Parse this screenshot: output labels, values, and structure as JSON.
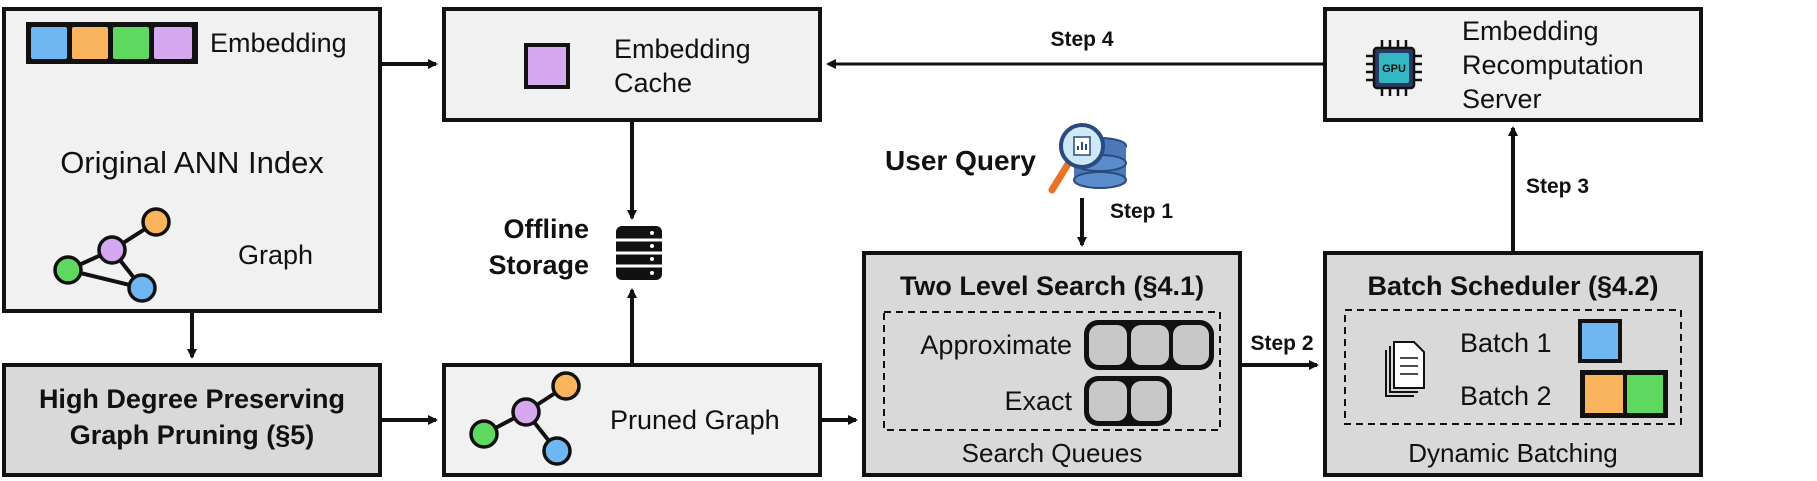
{
  "colors": {
    "box_fill_light": "#f1f1f1",
    "box_fill_dark": "#d9d9d9",
    "queue_fill": "#c8c8c8",
    "emb_blue": "#6fb7f2",
    "emb_orange": "#fbb45e",
    "emb_green": "#5ed85e",
    "emb_purple": "#d6a8f0",
    "node_orange": "#fbb45e",
    "node_purple": "#d6a8f0",
    "node_green": "#5ed85e",
    "node_blue": "#6fb7f2",
    "gpu_teal": "#34b7c4"
  },
  "original_index": {
    "embedding_label": "Embedding",
    "title": "Original ANN Index",
    "graph_label": "Graph"
  },
  "embedding_cache": {
    "line1": "Embedding",
    "line2": "Cache"
  },
  "recomputation_server": {
    "line1": "Embedding",
    "line2": "Recomputation",
    "line3": "Server"
  },
  "offline_storage": {
    "line1": "Offline",
    "line2": "Storage"
  },
  "user_query": {
    "label": "User Query"
  },
  "pruning": {
    "line1": "High Degree Preserving",
    "line2": "Graph Pruning (§5)"
  },
  "pruned_graph": {
    "label": "Pruned Graph"
  },
  "two_level_search": {
    "title": "Two Level Search (§4.1)",
    "approximate_label": "Approximate",
    "exact_label": "Exact",
    "footer": "Search Queues"
  },
  "batch_scheduler": {
    "title": "Batch Scheduler (§4.2)",
    "batch1_label": "Batch 1",
    "batch2_label": "Batch 2",
    "footer": "Dynamic Batching"
  },
  "steps": {
    "step1": "Step 1",
    "step2": "Step 2",
    "step3": "Step 3",
    "step4": "Step 4"
  },
  "icons": {
    "gpu_chip": "gpu-chip-icon",
    "gpu_text": "GPU",
    "database": "database-icon",
    "search_db": "search-database-icon",
    "documents": "documents-icon"
  }
}
